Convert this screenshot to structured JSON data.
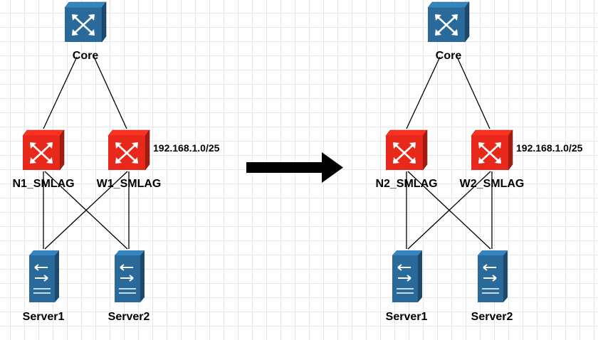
{
  "diagrams": [
    {
      "core": {
        "label": "Core",
        "color": "#2a6a9a"
      },
      "switches": [
        {
          "label": "N1_SMLAG",
          "color": "#e8281a"
        },
        {
          "label": "W1_SMLAG",
          "color": "#e8281a",
          "subnet": "192.168.1.0/25"
        }
      ],
      "servers": [
        {
          "label": "Server1",
          "color": "#2a6a9a",
          "icon": "server-icon"
        },
        {
          "label": "Server2",
          "color": "#2a6a9a",
          "icon": "server-icon"
        }
      ]
    },
    {
      "core": {
        "label": "Core",
        "color": "#2a6a9a"
      },
      "switches": [
        {
          "label": "N2_SMLAG",
          "color": "#e8281a"
        },
        {
          "label": "W2_SMLAG",
          "color": "#e8281a",
          "subnet": "192.168.1.0/25"
        }
      ],
      "servers": [
        {
          "label": "Server1",
          "color": "#2a6a9a",
          "icon": "server-icon"
        },
        {
          "label": "Server2",
          "color": "#2a6a9a",
          "icon": "server-icon"
        }
      ]
    }
  ],
  "arrow": {
    "color": "#000000",
    "icon": "right-arrow-icon"
  },
  "icons": {
    "switch": "switch-icon"
  }
}
